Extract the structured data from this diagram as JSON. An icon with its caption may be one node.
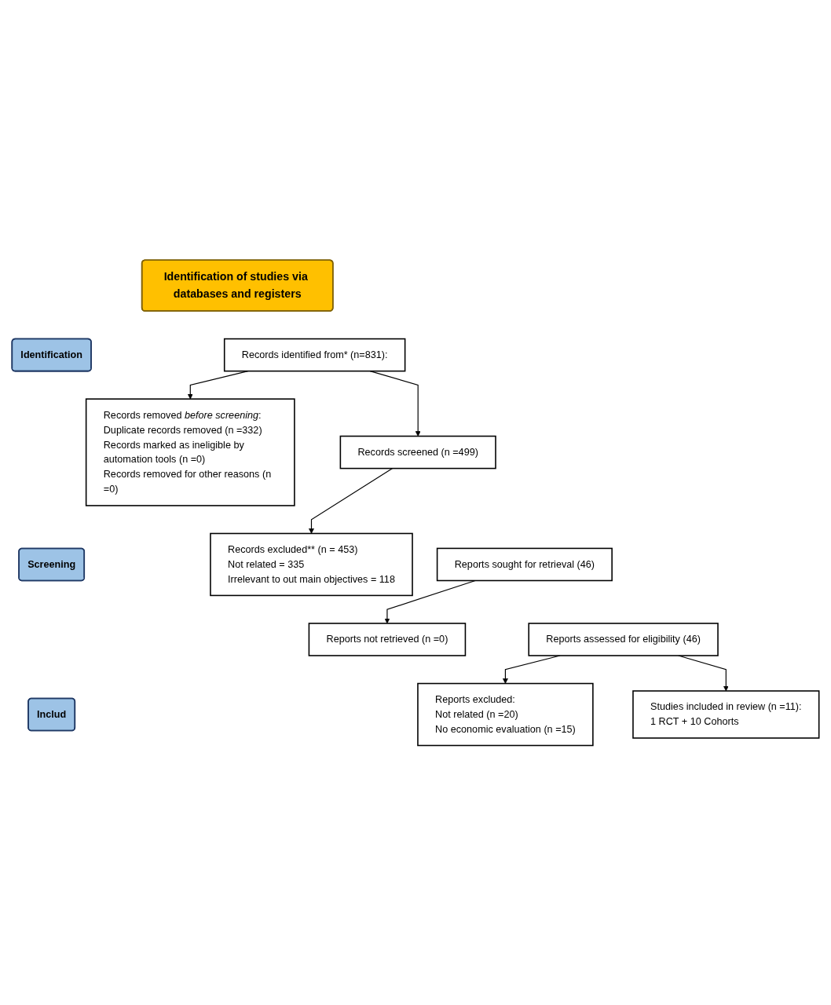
{
  "diagram": {
    "nodes": [
      {
        "text": [
          "Identification of studies via databases and registers"
        ]
      },
      {
        "text": [
          "Identification"
        ]
      },
      {
        "text": [
          "Records identified from* (n=831):"
        ]
      },
      {
        "text": [
          "Records removed *before screening*:",
          "Duplicate records removed (n =332)",
          "Records marked as ineligible by automation tools (n =0)",
          "Records removed for other reasons (n =0)"
        ]
      },
      {
        "text": [
          "Screening"
        ]
      },
      {
        "text": [
          "Records screened (n =499)"
        ]
      },
      {
        "text": [
          "Records excluded** (n = 453)",
          "Not related = 335",
          "Irrelevant to out main objectives = 118"
        ]
      },
      {
        "text": [
          "Reports sought for retrieval (46)"
        ]
      },
      {
        "text": [
          "Reports not retrieved (n =0)"
        ]
      },
      {
        "text": [
          "Reports assessed for eligibility (46)"
        ]
      },
      {
        "text": [
          "Reports excluded:",
          "Not related (n =20)",
          "No economic evaluation (n =15)"
        ]
      },
      {
        "text": [
          "Includ"
        ]
      },
      {
        "text": [
          "Studies included in review (n =11):",
          "1 RCT + 10 Cohorts"
        ]
      }
    ],
    "edges": [
      {
        "from": 2,
        "to": 3,
        "arrow": "to"
      },
      {
        "from": 2,
        "to": 5,
        "arrow": "to"
      },
      {
        "from": 5,
        "to": 6,
        "arrow": "to"
      },
      {
        "from": 7,
        "to": 8,
        "arrow": "to"
      },
      {
        "from": 9,
        "to": 10,
        "arrow": "to"
      },
      {
        "from": 9,
        "to": 12,
        "arrow": "to"
      }
    ]
  }
}
